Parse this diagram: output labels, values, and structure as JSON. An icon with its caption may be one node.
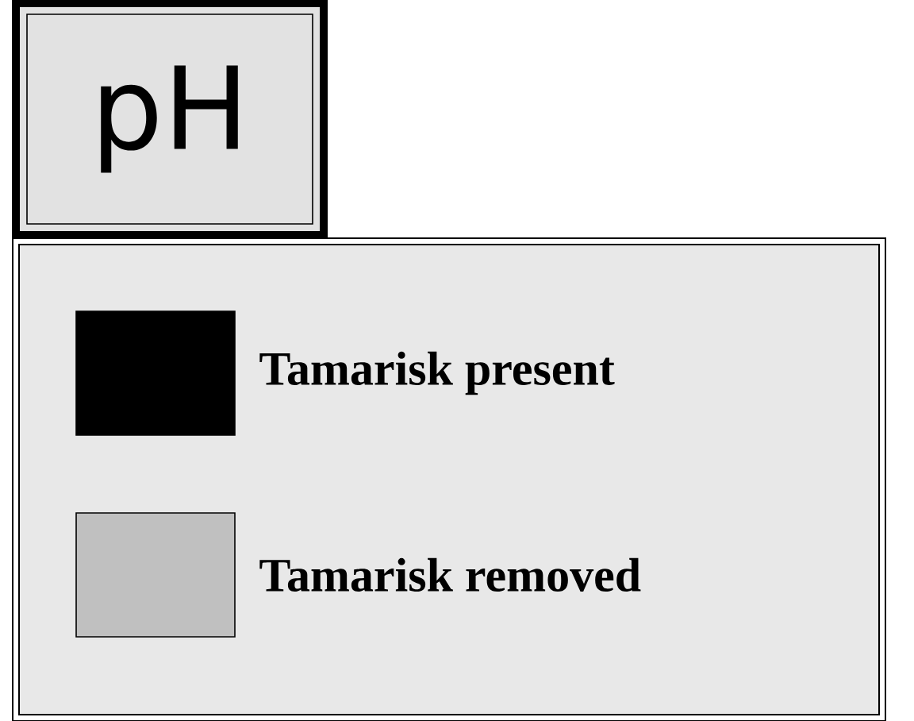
{
  "diagram": {
    "title": "pH",
    "legend": [
      {
        "text": "Tamarisk present",
        "color": "#000000"
      },
      {
        "text": "Tamarisk removed",
        "color": "#c0c0c0"
      }
    ]
  }
}
